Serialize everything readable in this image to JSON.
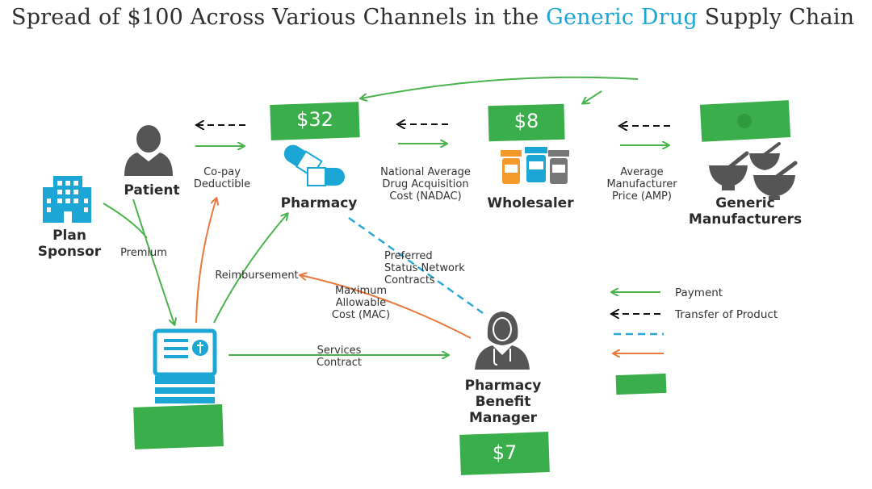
{
  "title": {
    "prefix": "Spread of $100 Across Various Channels in the ",
    "highlight": "Generic Drug",
    "suffix": " Supply Chain"
  },
  "colors": {
    "payment": "#4ab34b",
    "product": "#111111",
    "contract": "#2aa9d8",
    "reimburse": "#e87a3d",
    "money": "#3aae4a",
    "icon_blue": "#1ca6d6",
    "icon_gray": "#555555"
  },
  "nodes": {
    "patient": "Patient",
    "pharmacy": "Pharmacy",
    "wholesaler": "Wholesaler",
    "manufacturers": "Generic\nManufacturers",
    "plan_sponsor": "Plan\nSponsor",
    "pbm": "Pharmacy\nBenefit\nManager"
  },
  "amounts": {
    "pharmacy": "$32",
    "wholesaler": "$8",
    "pbm": "$7"
  },
  "labels": {
    "copay": "Co-pay\nDeductible",
    "nadac": "National Average\nDrug Acquisition\nCost (NADAC)",
    "amp": "Average\nManufacturer\nPrice (AMP)",
    "premium": "Premium",
    "reimbursement": "Reimbursement",
    "mac": "Maximum\nAllowable\nCost (MAC)",
    "preferred": "Preferred\nStatus Network\nContracts",
    "services": "Services\nContract"
  },
  "legend": {
    "payment": "Payment",
    "product": "Transfer of Product"
  }
}
